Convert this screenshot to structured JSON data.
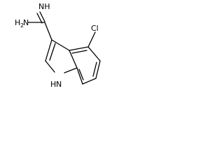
{
  "molecule": {
    "name": "",
    "atoms": {
      "imine": "NH",
      "amine_main": "H",
      "amine_sub": "2",
      "amine_n": "N",
      "chloro": "Cl",
      "indole_nh": "H",
      "indole_n": "N"
    }
  }
}
